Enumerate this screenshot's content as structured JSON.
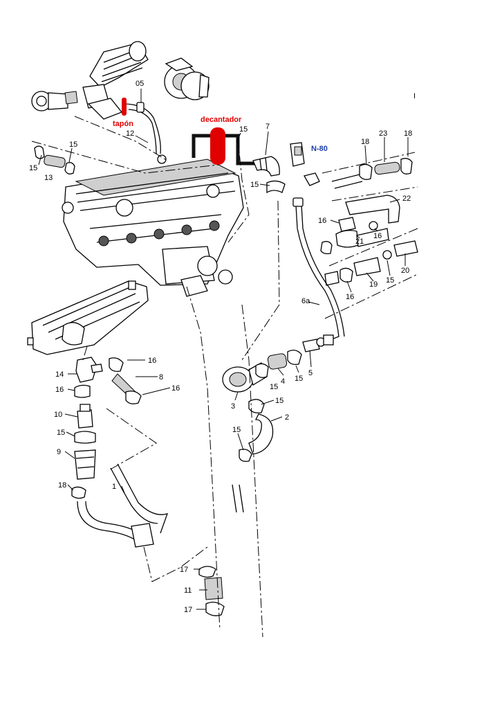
{
  "annotations": {
    "tapon": "tapón",
    "decantador": "decantador",
    "n80": "N-80"
  },
  "colors": {
    "annotation_red": "#e00000",
    "annotation_blue": "#1a3fa8",
    "decantador_path": "#111111"
  },
  "corner_mark": "I",
  "callouts": {
    "c05": "05",
    "c12": "12",
    "c15_top": "15",
    "c7": "7",
    "c18_a": "18",
    "c23": "23",
    "c18_b": "18",
    "c15_l1": "15",
    "c15_l2": "15",
    "c13": "13",
    "c15_mid": "15",
    "c22": "22",
    "c16_a": "16",
    "c21": "21",
    "c16_b": "16",
    "c20": "20",
    "c19": "19",
    "c15_r": "15",
    "c16_c": "16",
    "c6a": "6a",
    "c16_d": "16",
    "c8": "8",
    "c16_e": "16",
    "c14": "14",
    "c16_f": "16",
    "c4": "4",
    "c15_g": "15",
    "c15_h": "15",
    "c5": "5",
    "c3": "3",
    "c15_i": "15",
    "c2": "2",
    "c15_j": "15",
    "c10": "10",
    "c15_k": "15",
    "c9": "9",
    "c18_c": "18",
    "c1": "1",
    "c17_a": "17",
    "c11": "11",
    "c17_b": "17"
  }
}
